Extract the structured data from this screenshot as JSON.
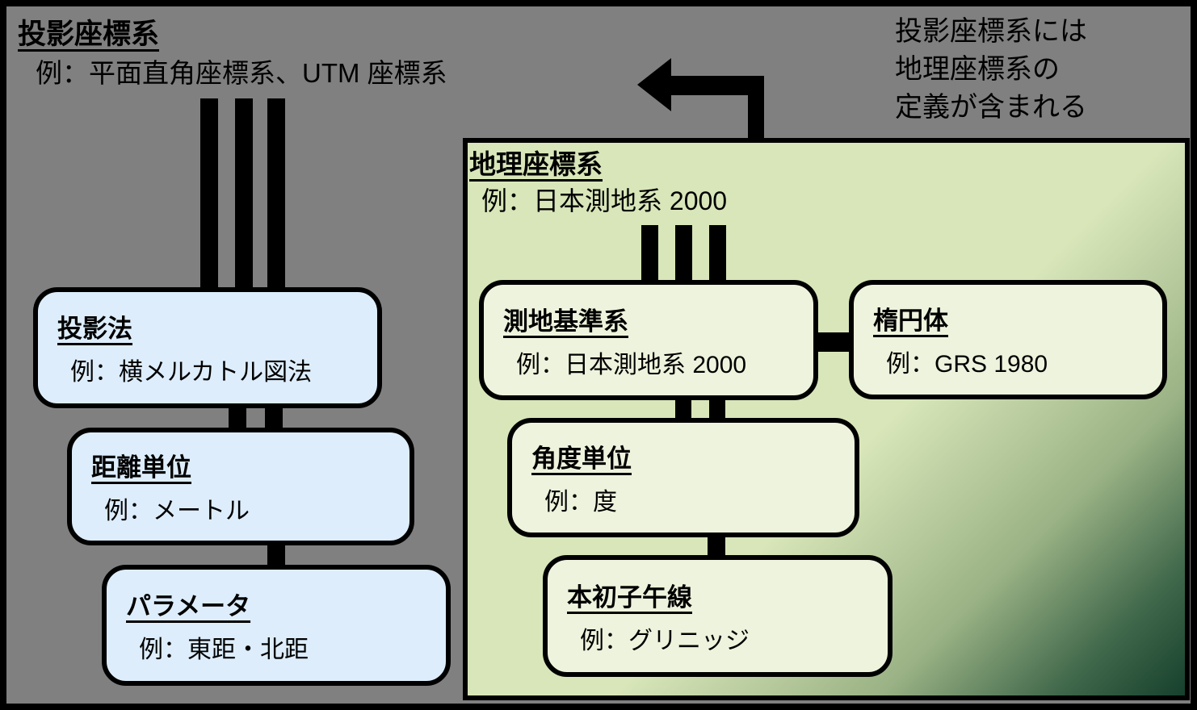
{
  "projected": {
    "title": "投影座標系",
    "example": "例：平面直角座標系、UTM 座標系"
  },
  "annotation": {
    "line1": "投影座標系には",
    "line2": "地理座標系の",
    "line3": "定義が含まれる"
  },
  "geographic": {
    "title": "地理座標系",
    "example": "例：日本測地系 2000"
  },
  "projection_method": {
    "title": "投影法",
    "example": "例：横メルカトル図法"
  },
  "distance_unit": {
    "title": "距離単位",
    "example": "例：メートル"
  },
  "parameter": {
    "title": "パラメータ",
    "example": "例：東距・北距"
  },
  "geodetic_datum": {
    "title": "測地基準系",
    "example": "例：日本測地系 2000"
  },
  "ellipsoid": {
    "title": "楕円体",
    "example": "例：GRS 1980"
  },
  "angle_unit": {
    "title": "角度単位",
    "example": "例：度"
  },
  "prime_meridian": {
    "title": "本初子午線",
    "example": "例：グリニッジ"
  },
  "colors": {
    "background_gray": "#808080",
    "outline_black": "#000000",
    "projected_child_fill": "#ddedfb",
    "geographic_panel_light": "#d8e6b9",
    "geographic_panel_dark": "#17402d",
    "geographic_child_fill": "#eef3dd"
  }
}
